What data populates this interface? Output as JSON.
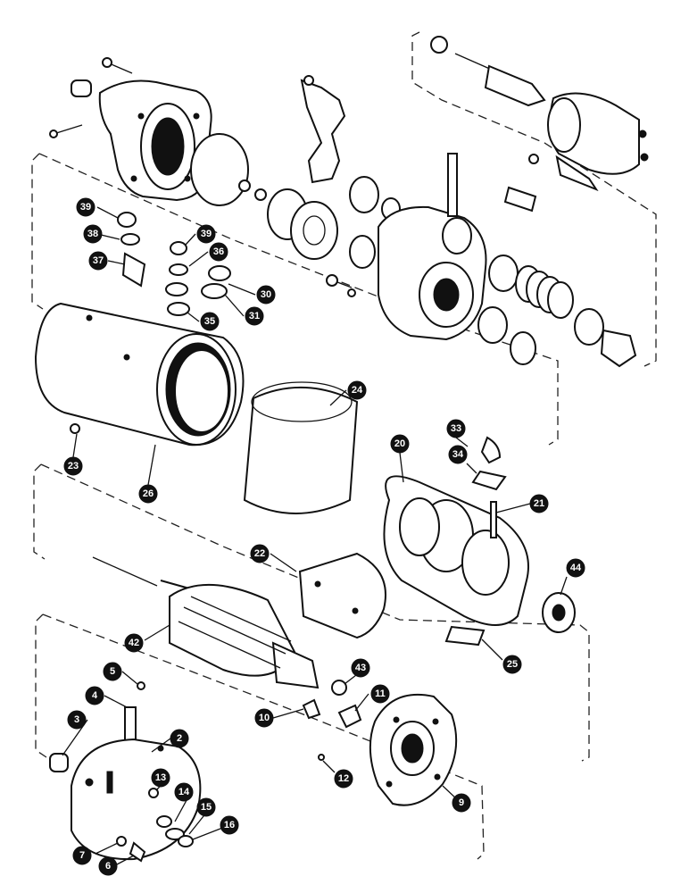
{
  "callouts": [
    {
      "id": "c39a",
      "label": "39"
    },
    {
      "id": "c38",
      "label": "38"
    },
    {
      "id": "c37",
      "label": "37"
    },
    {
      "id": "c39b",
      "label": "39"
    },
    {
      "id": "c36",
      "label": "36"
    },
    {
      "id": "c30",
      "label": "30"
    },
    {
      "id": "c31",
      "label": "31"
    },
    {
      "id": "c35",
      "label": "35"
    },
    {
      "id": "c24",
      "label": "24"
    },
    {
      "id": "c23",
      "label": "23"
    },
    {
      "id": "c26",
      "label": "26"
    },
    {
      "id": "c33",
      "label": "33"
    },
    {
      "id": "c34",
      "label": "34"
    },
    {
      "id": "c20",
      "label": "20"
    },
    {
      "id": "c21",
      "label": "21"
    },
    {
      "id": "c22",
      "label": "22"
    },
    {
      "id": "c44",
      "label": "44"
    },
    {
      "id": "c42",
      "label": "42"
    },
    {
      "id": "c25",
      "label": "25"
    },
    {
      "id": "c5",
      "label": "5"
    },
    {
      "id": "c4",
      "label": "4"
    },
    {
      "id": "c43",
      "label": "43"
    },
    {
      "id": "c11",
      "label": "11"
    },
    {
      "id": "c3",
      "label": "3"
    },
    {
      "id": "c2",
      "label": "2"
    },
    {
      "id": "c10",
      "label": "10"
    },
    {
      "id": "c13",
      "label": "13"
    },
    {
      "id": "c14",
      "label": "14"
    },
    {
      "id": "c12",
      "label": "12"
    },
    {
      "id": "c15",
      "label": "15"
    },
    {
      "id": "c16",
      "label": "16"
    },
    {
      "id": "c9",
      "label": "9"
    },
    {
      "id": "c7",
      "label": "7"
    },
    {
      "id": "c6",
      "label": "6"
    }
  ]
}
